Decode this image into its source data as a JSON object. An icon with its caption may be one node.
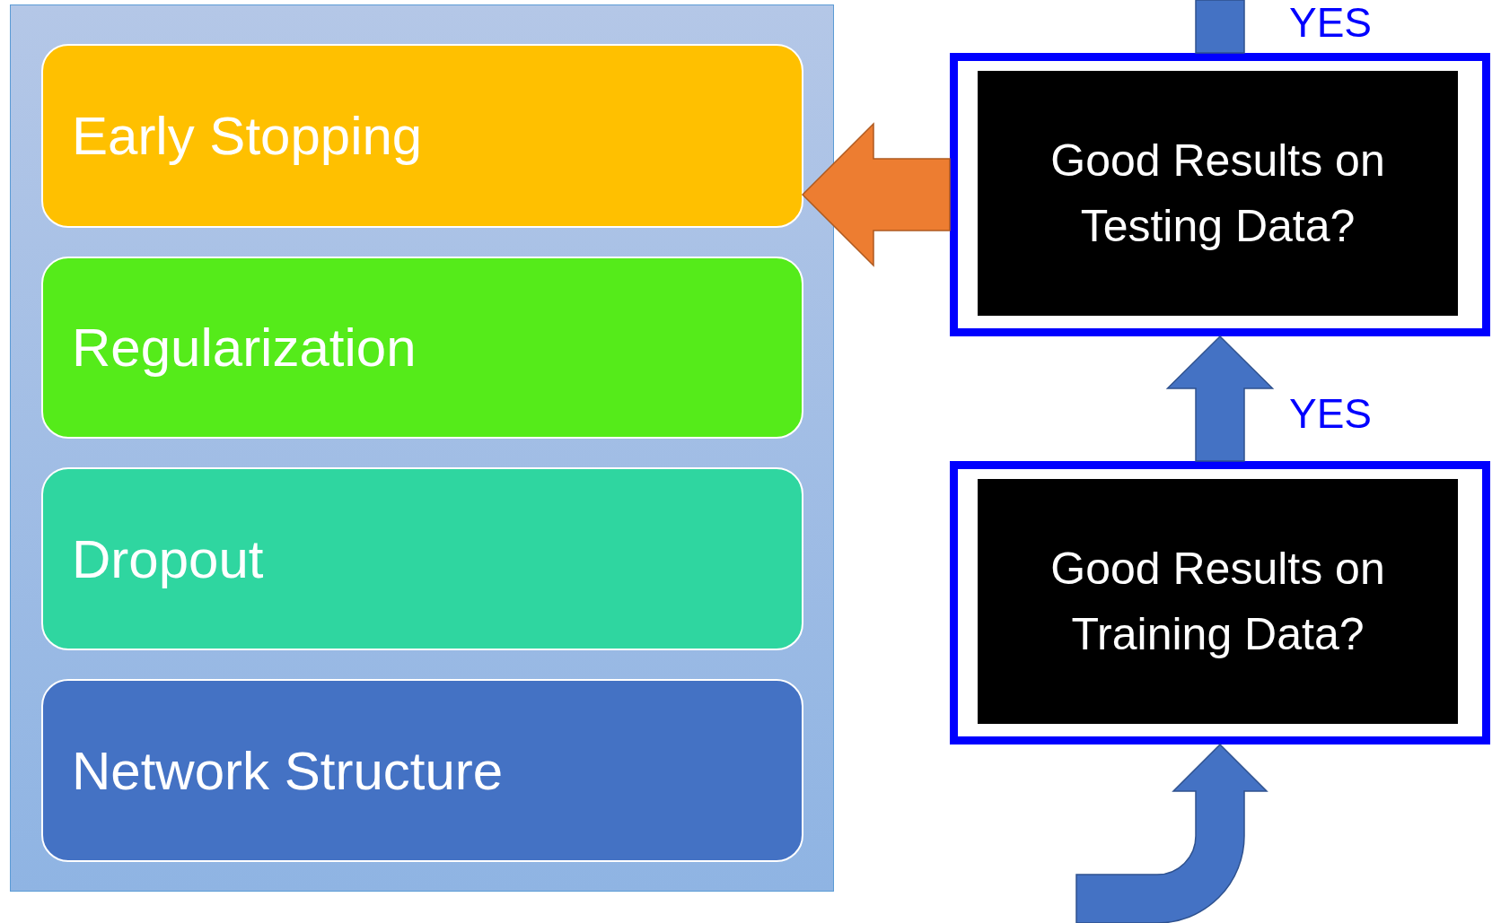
{
  "diagram": {
    "nodes": [
      {
        "text": [],
        "shape": "box"
      },
      {
        "text": [
          "Early Stopping"
        ],
        "in": 0
      },
      {
        "text": [
          "Regularization"
        ],
        "in": 0
      },
      {
        "text": [
          "Dropout"
        ],
        "in": 0
      },
      {
        "text": [
          "Network Structure"
        ],
        "in": 0
      },
      {
        "text": [
          "Good Results on Testing Data?"
        ]
      },
      {
        "text": [
          "Good Results on Training Data?"
        ]
      }
    ],
    "edges": [
      {
        "from": 5,
        "to": 1,
        "arrow": "to",
        "color": "#ed7d31"
      },
      {
        "from": 6,
        "to": 5,
        "arrow": "to"
      },
      {
        "from": 5,
        "to": null,
        "arrow": "none"
      },
      {
        "from": null,
        "to": 6,
        "arrow": "to"
      }
    ],
    "labels": [
      "YES",
      "YES"
    ]
  }
}
